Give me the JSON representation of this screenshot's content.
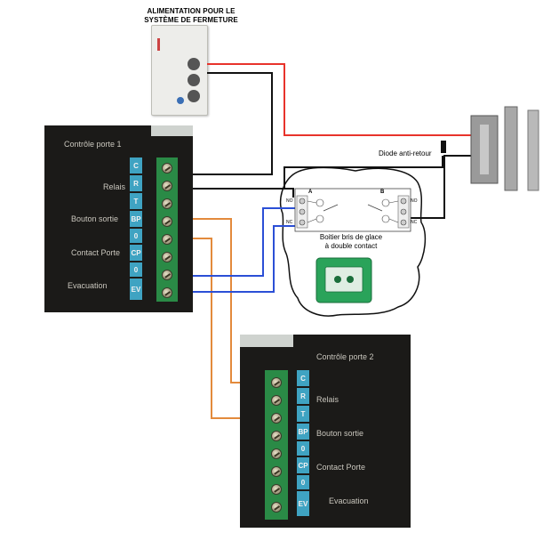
{
  "power_supply": {
    "title_line1": "ALIMENTATION POUR LE",
    "title_line2": "SYSTÈME DE FERMETURE"
  },
  "diode": {
    "label": "Diode anti-retour"
  },
  "glass_break": {
    "line1": "Boitier bris de glace",
    "line2": "à double contact",
    "contact_a": "A",
    "contact_b": "B",
    "terminals_left": [
      "NO",
      "NC"
    ],
    "terminals_right": [
      "NO",
      "NC"
    ]
  },
  "controller_1": {
    "title": "Contrôle porte 1",
    "rows": [
      "Relais",
      "Bouton sortie",
      "Contact Porte",
      "Evacuation"
    ],
    "tags": [
      "C",
      "R",
      "T",
      "BP",
      "0",
      "CP",
      "0",
      "EV"
    ]
  },
  "controller_2": {
    "title": "Contrôle porte 2",
    "rows": [
      "Relais",
      "Bouton sortie",
      "Contact Porte",
      "Evacuation"
    ],
    "tags": [
      "C",
      "R",
      "T",
      "BP",
      "0",
      "CP",
      "0",
      "EV"
    ]
  },
  "colors": {
    "wire_red": "#e8332b",
    "wire_black": "#111111",
    "wire_orange": "#e38a3c",
    "wire_blue": "#2b4fd6",
    "terminal_green": "#2a8a46",
    "tag_blue": "#3fa3c2",
    "panel_dark": "#1b1a18"
  }
}
